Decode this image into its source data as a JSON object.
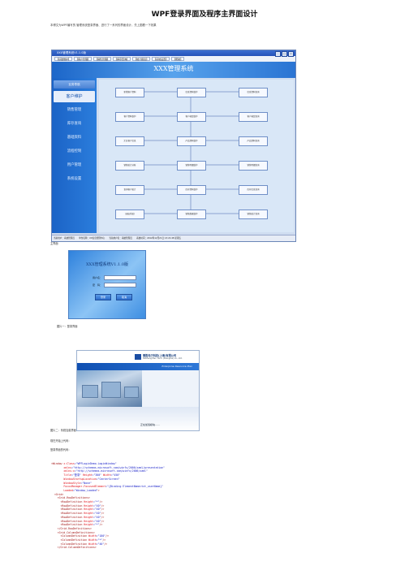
{
  "doc": {
    "title": "WPF登录界面及程序主界面设计",
    "intro": "本博文为WPF编写的 管理系统登录界面、进行了一系列的界面设计，先上图看一下效果",
    "label_main": "主界面",
    "label_login": "图片一：登录界面",
    "label_splash": "图片二：系统加载界面",
    "para_1": "现在开始上代码：",
    "para_2": "登录界面的代码：",
    "colors": {
      "banner": "#2a74d3",
      "nav": "#1b63c6",
      "code_tag": "#a31515",
      "code_attr": "#e0101a",
      "code_value": "#1a22c8"
    }
  },
  "main_window": {
    "title": "XXX管理系统V1.1.0版",
    "window_buttons": [
      "-",
      "□",
      "×"
    ],
    "menu": [
      "【基础维护】",
      "【客户管理】",
      "【销售管理】",
      "【库存查询】",
      "【统计报表】",
      "【系统设置】",
      "【帮助】"
    ],
    "banner": "XXX管理系统",
    "nav": [
      {
        "label": "业务导航",
        "type": "header"
      },
      {
        "label": "客户维护",
        "type": "selected"
      },
      {
        "label": "销售管理",
        "type": "item"
      },
      {
        "label": "库存查询",
        "type": "item"
      },
      {
        "label": "基础资料",
        "type": "item"
      },
      {
        "label": "流程控制",
        "type": "item"
      },
      {
        "label": "用户管理",
        "type": "item"
      },
      {
        "label": "系统设置",
        "type": "item"
      }
    ],
    "flow": {
      "left": [
        "新增客户资料",
        "客户资料维护",
        "汇总客户信息",
        "销售统计分析",
        "查询客户统计",
        "(退出系统)"
      ],
      "center": [
        "信息资料维护",
        "客户档案维护",
        "产品资料维护",
        "销售明细维护",
        "库存资料维护",
        "销售数据维护"
      ],
      "right": [
        "信息资料查询",
        "客户档案查询",
        "产品资料查询",
        "销售明细查询",
        "库存信息查询",
        "销售统计查询"
      ]
    },
    "status": "当前用户：系统管理员　　单位名称：XX信息管理中心　　当前用户名：系统管理员　　系统时间：2012年12月21日 13:21:48 星期五"
  },
  "login": {
    "title": "XXX管理系统V1.1.0版",
    "user_label": "用户名：",
    "pwd_label": "密　码：",
    "login_btn": "登录",
    "cancel_btn": "取消"
  },
  "splash": {
    "company_cn": "德胜电子科技(上海)有限公司",
    "company_en": "DeSheng Elec. Tech. (Shanghai) Co., Ltd.",
    "product": "Enterprise Resource Plan",
    "loading": "正在加载模块......"
  },
  "code_lines": [
    [
      [
        "k",
        "<Window"
      ],
      [
        "a",
        " x:Class"
      ],
      [
        "p",
        "=\"WPFLoginDemo.LoginWindow\""
      ]
    ],
    [
      [
        "a",
        "        xmlns"
      ],
      [
        "p",
        "=\"http://schemas.microsoft.com/winfx/2006/xaml/presentation\""
      ]
    ],
    [
      [
        "a",
        "        xmlns:x"
      ],
      [
        "p",
        "=\"http://schemas.microsoft.com/winfx/2006/xaml\""
      ]
    ],
    [
      [
        "a",
        "        Title"
      ],
      [
        "p",
        "=\"登录\""
      ],
      [
        "a",
        " Height"
      ],
      [
        "p",
        "=\"300\""
      ],
      [
        "a",
        " Width"
      ],
      [
        "p",
        "=\"450\""
      ]
    ],
    [
      [
        "a",
        "        WindowStartupLocation"
      ],
      [
        "p",
        "=\"CenterScreen\""
      ]
    ],
    [
      [
        "a",
        "        WindowStyle"
      ],
      [
        "p",
        "=\"None\""
      ]
    ],
    [
      [
        "a",
        "        FocusManager.FocusedElement"
      ],
      [
        "p",
        "=\"{Binding ElementName=txt_userName}\""
      ]
    ],
    [
      [
        "a",
        "        Loaded"
      ],
      [
        "p",
        "=\"Window_Loaded\""
      ],
      [
        "k",
        ">"
      ]
    ],
    [
      [
        "k",
        "  <Grid>"
      ]
    ],
    [
      [
        "k",
        "    <Grid.RowDefinitions>"
      ]
    ],
    [
      [
        "k",
        "      <RowDefinition"
      ],
      [
        "a",
        " Height"
      ],
      [
        "p",
        "=\"*\""
      ],
      [
        "k",
        "/>"
      ]
    ],
    [
      [
        "k",
        "      <RowDefinition"
      ],
      [
        "a",
        " Height"
      ],
      [
        "p",
        "=\"40\""
      ],
      [
        "k",
        "/>"
      ]
    ],
    [
      [
        "k",
        "      <RowDefinition"
      ],
      [
        "a",
        " Height"
      ],
      [
        "p",
        "=\"40\""
      ],
      [
        "k",
        "/>"
      ]
    ],
    [
      [
        "k",
        "      <RowDefinition"
      ],
      [
        "a",
        " Height"
      ],
      [
        "p",
        "=\"40\""
      ],
      [
        "k",
        "/>"
      ]
    ],
    [
      [
        "k",
        "      <RowDefinition"
      ],
      [
        "a",
        " Height"
      ],
      [
        "p",
        "=\"40\""
      ],
      [
        "k",
        "/>"
      ]
    ],
    [
      [
        "k",
        "      <RowDefinition"
      ],
      [
        "a",
        " Height"
      ],
      [
        "p",
        "=\"40\""
      ],
      [
        "k",
        "/>"
      ]
    ],
    [
      [
        "k",
        "      <RowDefinition"
      ],
      [
        "a",
        " Height"
      ],
      [
        "p",
        "=\"*\""
      ],
      [
        "k",
        "/>"
      ]
    ],
    [
      [
        "k",
        "    </Grid.RowDefinitions>"
      ]
    ],
    [
      [
        "k",
        "    <Grid.ColumnDefinitions>"
      ]
    ],
    [
      [
        "k",
        "      <ColumnDefinition"
      ],
      [
        "a",
        " Width"
      ],
      [
        "p",
        "=\"180\""
      ],
      [
        "k",
        "/>"
      ]
    ],
    [
      [
        "k",
        "      <ColumnDefinition"
      ],
      [
        "a",
        " Width"
      ],
      [
        "p",
        "=\"*\""
      ],
      [
        "k",
        "/>"
      ]
    ],
    [
      [
        "k",
        "      <ColumnDefinition"
      ],
      [
        "a",
        " Width"
      ],
      [
        "p",
        "=\"40\""
      ],
      [
        "k",
        "/>"
      ]
    ],
    [
      [
        "k",
        "    </Grid.ColumnDefinitions>"
      ]
    ]
  ]
}
